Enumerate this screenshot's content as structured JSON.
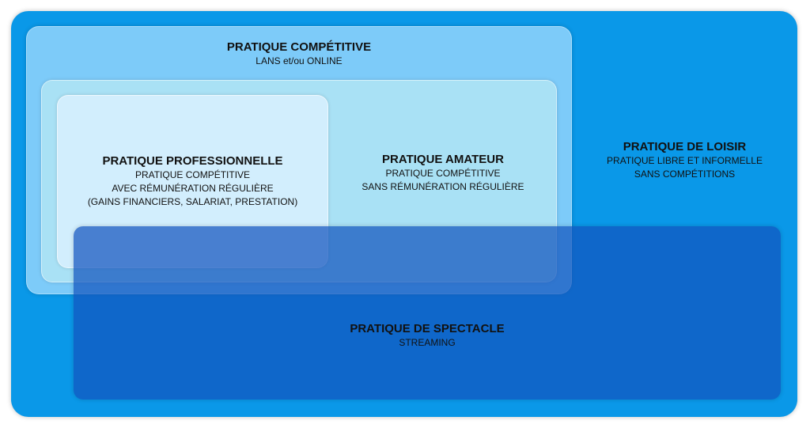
{
  "competitive": {
    "title": "PRATIQUE COMPÉTITIVE",
    "lines": [
      "LANS et/ou ONLINE"
    ]
  },
  "professional": {
    "title": "PRATIQUE PROFESSIONNELLE",
    "lines": [
      "PRATIQUE COMPÉTITIVE",
      "AVEC RÉMUNÉRATION RÉGULIÈRE",
      "(GAINS FINANCIERS, SALARIAT, PRESTATION)"
    ]
  },
  "amateur": {
    "title": "PRATIQUE AMATEUR",
    "lines": [
      "PRATIQUE COMPÉTITIVE",
      "SANS RÉMUNÉRATION RÉGULIÈRE"
    ]
  },
  "leisure": {
    "title": "PRATIQUE DE LOISIR",
    "lines": [
      "PRATIQUE LIBRE ET INFORMELLE",
      "SANS COMPÉTITIONS"
    ]
  },
  "spectacle": {
    "title": "PRATIQUE DE SPECTACLE",
    "lines": [
      "STREAMING"
    ]
  },
  "colors": {
    "leisure_area": "#0a98e8",
    "competitive_area": "#7dcbf9",
    "amateur_area": "#a9e1f5",
    "professional_area": "#d2eefd",
    "spectacle_area": "#1254be"
  }
}
